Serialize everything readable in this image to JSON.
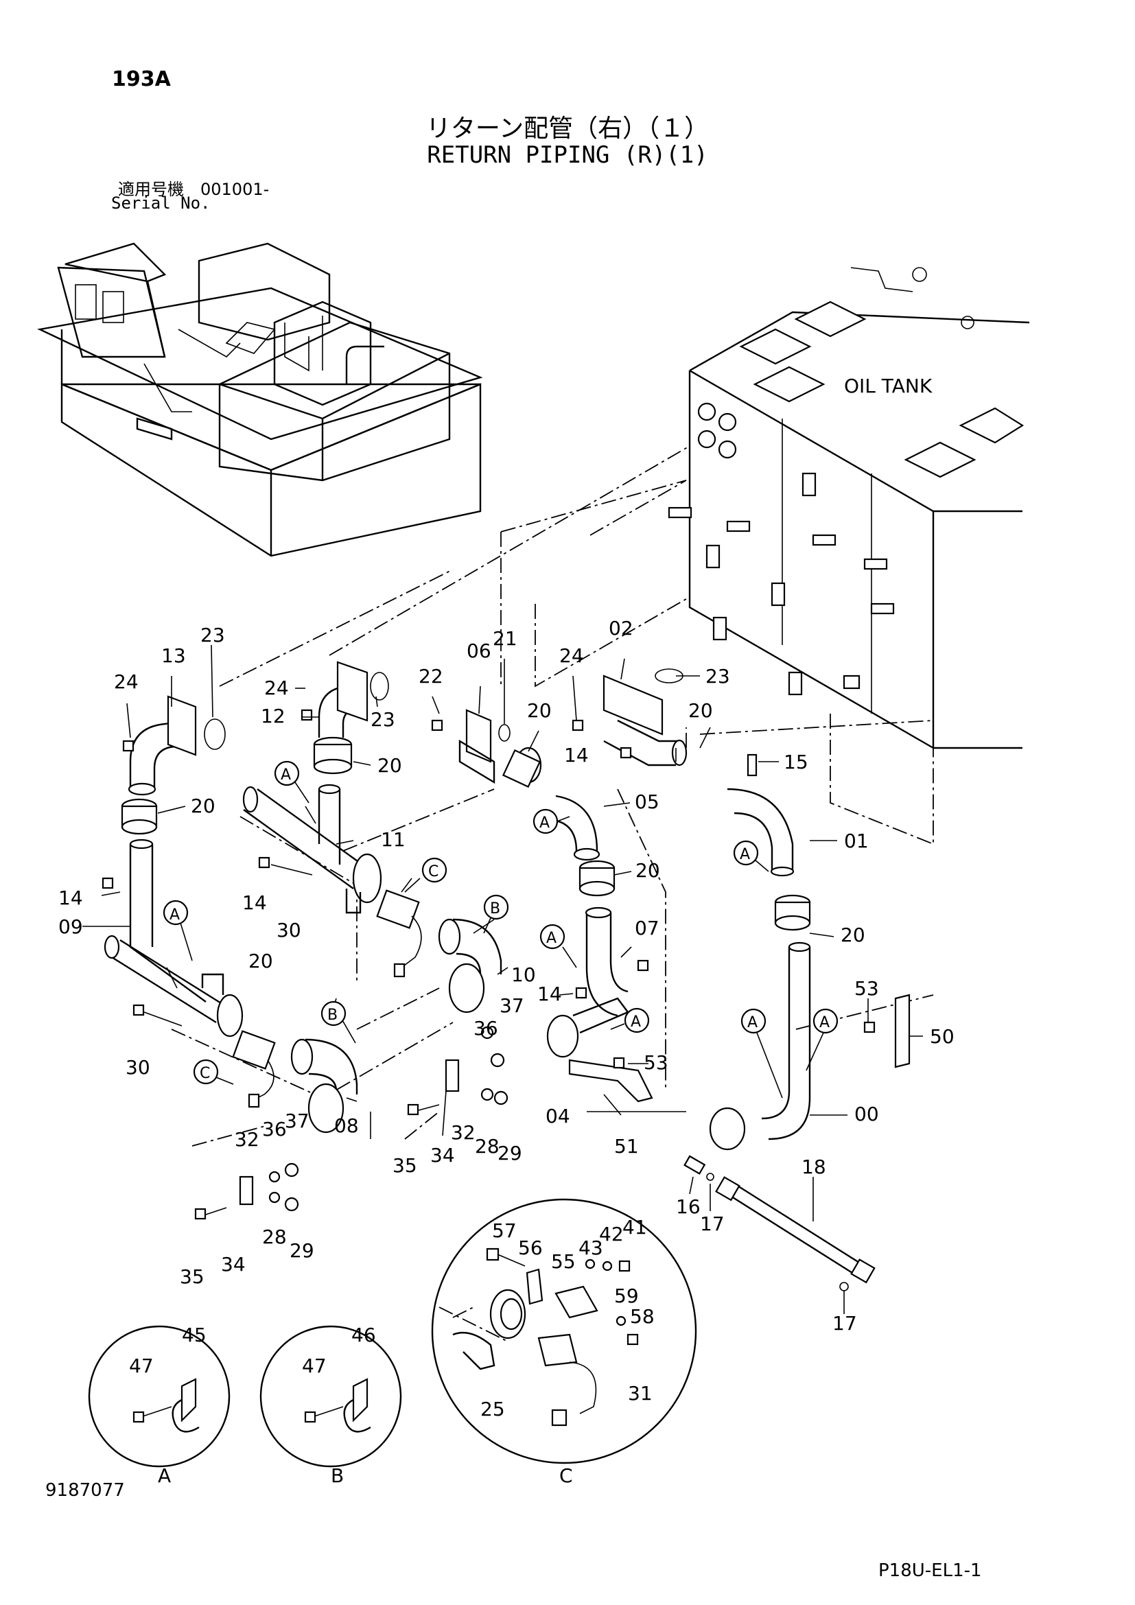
{
  "header": {
    "page_number": "193A",
    "title_jp": "リターン配管（右）（１）",
    "title_en": "RETURN PIPING (R)(1)",
    "serial_label_jp": "適用号機　001001-",
    "serial_label_en": "Serial No."
  },
  "diagram": {
    "oil_tank_label": "OIL TANK",
    "callouts": [
      {
        "id": "c-23a",
        "text": "23"
      },
      {
        "id": "c-13",
        "text": "13"
      },
      {
        "id": "c-24a",
        "text": "24"
      },
      {
        "id": "c-20a",
        "text": "20"
      },
      {
        "id": "c-14a",
        "text": "14"
      },
      {
        "id": "c-09",
        "text": "09"
      },
      {
        "id": "c-Aa",
        "text": "A"
      },
      {
        "id": "c-20b",
        "text": "20"
      },
      {
        "id": "c-30a",
        "text": "30"
      },
      {
        "id": "c-Ca",
        "text": "C"
      },
      {
        "id": "c-24b",
        "text": "24"
      },
      {
        "id": "c-12",
        "text": "12"
      },
      {
        "id": "c-23b",
        "text": "23"
      },
      {
        "id": "c-20c",
        "text": "20"
      },
      {
        "id": "c-Ab",
        "text": "A"
      },
      {
        "id": "c-11",
        "text": "11"
      },
      {
        "id": "c-14b",
        "text": "14"
      },
      {
        "id": "c-30b",
        "text": "30"
      },
      {
        "id": "c-Cb",
        "text": "C"
      },
      {
        "id": "c-22",
        "text": "22"
      },
      {
        "id": "c-06",
        "text": "06"
      },
      {
        "id": "c-21",
        "text": "21"
      },
      {
        "id": "c-20d",
        "text": "20"
      },
      {
        "id": "c-Ba",
        "text": "B"
      },
      {
        "id": "c-10",
        "text": "10"
      },
      {
        "id": "c-Bb",
        "text": "B"
      },
      {
        "id": "c-08",
        "text": "08"
      },
      {
        "id": "c-37a",
        "text": "37"
      },
      {
        "id": "c-36a",
        "text": "36"
      },
      {
        "id": "c-32a",
        "text": "32"
      },
      {
        "id": "c-28a",
        "text": "28"
      },
      {
        "id": "c-29a",
        "text": "29"
      },
      {
        "id": "c-35a",
        "text": "35"
      },
      {
        "id": "c-34a",
        "text": "34"
      },
      {
        "id": "c-32b",
        "text": "32"
      },
      {
        "id": "c-36b",
        "text": "36"
      },
      {
        "id": "c-37b",
        "text": "37"
      },
      {
        "id": "c-28b",
        "text": "28"
      },
      {
        "id": "c-29b",
        "text": "29"
      },
      {
        "id": "c-35b",
        "text": "35"
      },
      {
        "id": "c-34b",
        "text": "34"
      },
      {
        "id": "c-24c",
        "text": "24"
      },
      {
        "id": "c-02",
        "text": "02"
      },
      {
        "id": "c-23c",
        "text": "23"
      },
      {
        "id": "c-14c",
        "text": "14"
      },
      {
        "id": "c-05",
        "text": "05"
      },
      {
        "id": "c-Ac",
        "text": "A"
      },
      {
        "id": "c-20e",
        "text": "20"
      },
      {
        "id": "c-Ad",
        "text": "A"
      },
      {
        "id": "c-07",
        "text": "07"
      },
      {
        "id": "c-14d",
        "text": "14"
      },
      {
        "id": "c-Ae",
        "text": "A"
      },
      {
        "id": "c-04",
        "text": "04"
      },
      {
        "id": "c-53a",
        "text": "53"
      },
      {
        "id": "c-51",
        "text": "51"
      },
      {
        "id": "c-20f",
        "text": "20"
      },
      {
        "id": "c-15",
        "text": "15"
      },
      {
        "id": "c-01",
        "text": "01"
      },
      {
        "id": "c-Af",
        "text": "A"
      },
      {
        "id": "c-20g",
        "text": "20"
      },
      {
        "id": "c-53b",
        "text": "53"
      },
      {
        "id": "c-Ag",
        "text": "A"
      },
      {
        "id": "c-Ah",
        "text": "A"
      },
      {
        "id": "c-50",
        "text": "50"
      },
      {
        "id": "c-00",
        "text": "00"
      },
      {
        "id": "c-18",
        "text": "18"
      },
      {
        "id": "c-16",
        "text": "16"
      },
      {
        "id": "c-17a",
        "text": "17"
      },
      {
        "id": "c-17b",
        "text": "17"
      },
      {
        "id": "c-57",
        "text": "57"
      },
      {
        "id": "c-56",
        "text": "56"
      },
      {
        "id": "c-55",
        "text": "55"
      },
      {
        "id": "c-43",
        "text": "43"
      },
      {
        "id": "c-42",
        "text": "42"
      },
      {
        "id": "c-41",
        "text": "41"
      },
      {
        "id": "c-59",
        "text": "59"
      },
      {
        "id": "c-58",
        "text": "58"
      },
      {
        "id": "c-25",
        "text": "25"
      },
      {
        "id": "c-31",
        "text": "31"
      },
      {
        "id": "c-47a",
        "text": "47"
      },
      {
        "id": "c-45",
        "text": "45"
      },
      {
        "id": "c-47b",
        "text": "47"
      },
      {
        "id": "c-46",
        "text": "46"
      }
    ],
    "detail_views": [
      {
        "id": "detail-a",
        "label": "A"
      },
      {
        "id": "detail-b",
        "label": "B"
      },
      {
        "id": "detail-c",
        "label": "C"
      }
    ]
  },
  "footer": {
    "doc_number": "9187077",
    "page_code": "P18U-EL1-1"
  }
}
